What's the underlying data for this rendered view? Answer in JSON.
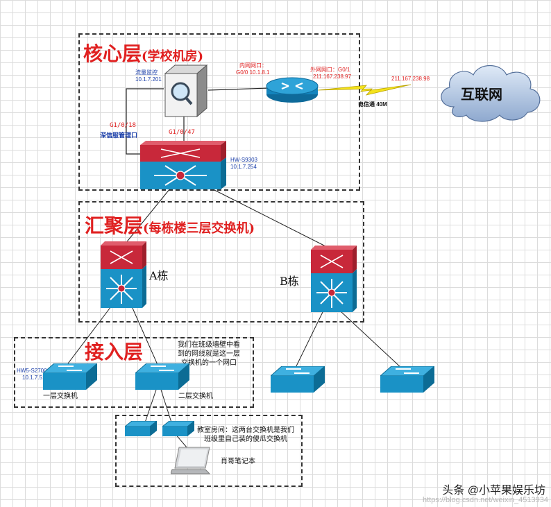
{
  "layers": {
    "core": {
      "title": "核心层",
      "subtitle": "(学校机房)"
    },
    "aggregation": {
      "title": "汇聚层",
      "subtitle": "(每栋楼三层交换机)"
    },
    "access": {
      "title": "接入层"
    }
  },
  "core": {
    "monitor": {
      "label": "流量监控",
      "ip": "10.1.7.201"
    },
    "router_inner_port": {
      "label": "内网网口：",
      "value": "G0/0  10.1.8.1"
    },
    "router_outer_port": {
      "label": "外网网口：G0/1",
      "value": "211.167.238.97"
    },
    "wan_ip": "211.167.238.98",
    "link_label": "电信通 40M",
    "internet_label": "互联网",
    "port_g1018": "G1/0/18",
    "shenxin_label": "深信服管理口",
    "port_g1047": "G1/0/47",
    "core_switch": {
      "model": "HW-S9303",
      "ip": "10.1.7.254"
    }
  },
  "aggregation": {
    "building_a": "A栋",
    "building_b": "B栋"
  },
  "access": {
    "switch1": {
      "model": "HW5-S2700",
      "ip": "10.1.7.51",
      "caption": "一层交换机"
    },
    "switch2": {
      "caption": "二层交换机"
    },
    "note": "我们在班级墙壁中看到的网线就是这一层交换机的一个网口"
  },
  "classroom": {
    "note": "教室房间：这两台交换机是我们班级里自己装的傻瓜交换机",
    "laptop_label": "肖哥笔记本"
  },
  "watermark": {
    "main": "头条 @小苹果娱乐坊",
    "faint": "https://blog.csdn.net/weixin_4513934"
  }
}
